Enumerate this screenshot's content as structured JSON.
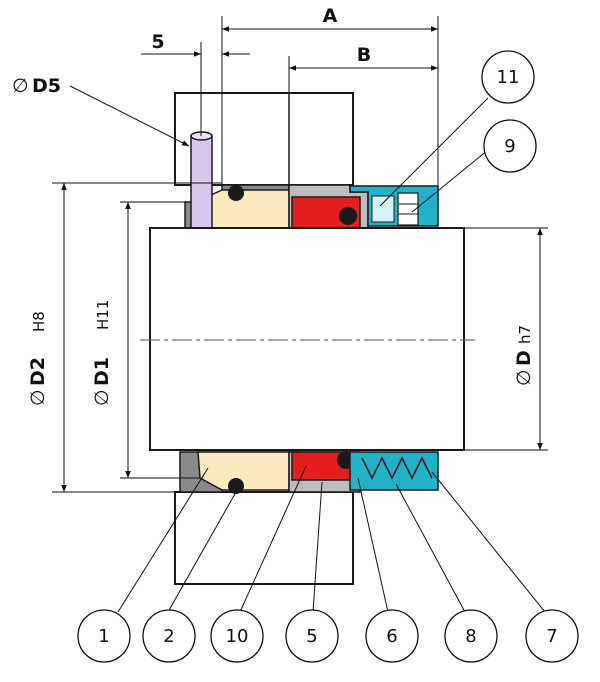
{
  "dimensions": {
    "a": "A",
    "b": "B",
    "five": "5",
    "d5_symbol": "∅",
    "d5": "D5",
    "d2_symbol": "∅",
    "d2": "D2",
    "d2_tol": "H8",
    "d1_symbol": "∅",
    "d1": "D1",
    "d1_tol": "H11",
    "d_symbol": "∅",
    "d": "D",
    "d_tol": "h7"
  },
  "callouts": {
    "c1": "1",
    "c2": "2",
    "c10": "10",
    "c5": "5",
    "c6": "6",
    "c8": "8",
    "c7": "7",
    "c11": "11",
    "c9": "9"
  },
  "colors": {
    "outline": "#1a1a1a",
    "seat": "#fbe9c0",
    "face": "#e41e1e",
    "spring": "#20b2c8",
    "oring": "#1a1a1a",
    "gland": "#ffffff",
    "pin": "#d9c6ec",
    "ring": "#8a8a8a"
  }
}
